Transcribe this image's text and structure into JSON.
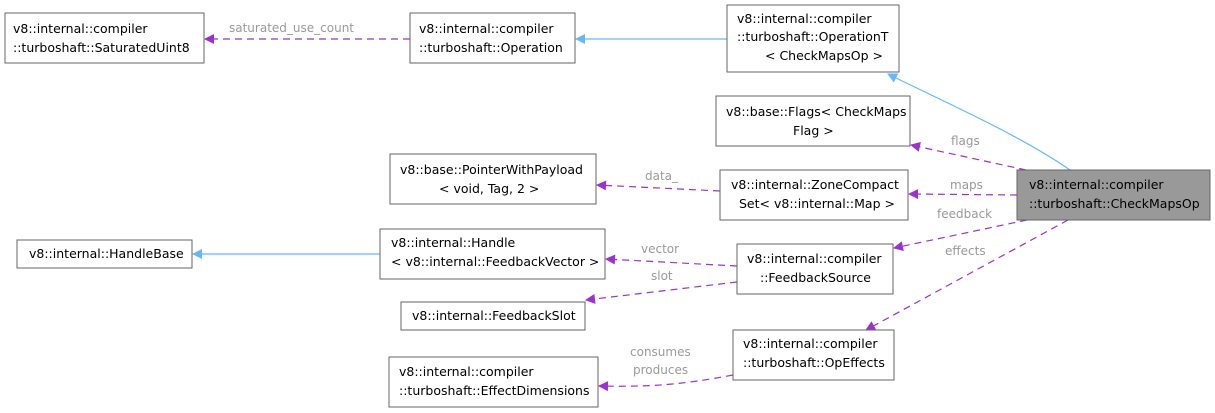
{
  "nodes": {
    "saturated": {
      "lines": [
        "v8::internal::compiler",
        "::turboshaft::SaturatedUint8"
      ]
    },
    "operation": {
      "lines": [
        "v8::internal::compiler",
        "::turboshaft::Operation"
      ]
    },
    "operationT": {
      "lines": [
        "v8::internal::compiler",
        "::turboshaft::OperationT",
        "< CheckMapsOp >"
      ]
    },
    "flags": {
      "lines": [
        "v8::base::Flags< CheckMaps",
        "Flag >"
      ]
    },
    "pointer": {
      "lines": [
        "v8::base::PointerWithPayload",
        "< void, Tag, 2 >"
      ]
    },
    "zone": {
      "lines": [
        "v8::internal::ZoneCompact",
        "Set< v8::internal::Map >"
      ]
    },
    "checkmaps": {
      "lines": [
        "v8::internal::compiler",
        "::turboshaft::CheckMapsOp"
      ]
    },
    "handlebase": {
      "lines": [
        "v8::internal::HandleBase"
      ]
    },
    "handle": {
      "lines": [
        "v8::internal::Handle",
        "< v8::internal::FeedbackVector >"
      ]
    },
    "feedbacksource": {
      "lines": [
        "v8::internal::compiler",
        "::FeedbackSource"
      ]
    },
    "feedbackslot": {
      "lines": [
        "v8::internal::FeedbackSlot"
      ]
    },
    "effectdims": {
      "lines": [
        "v8::internal::compiler",
        "::turboshaft::EffectDimensions"
      ]
    },
    "opeffects": {
      "lines": [
        "v8::internal::compiler",
        "::turboshaft::OpEffects"
      ]
    }
  },
  "edge_labels": {
    "saturated_use_count": "saturated_use_count",
    "flags": "flags",
    "data": "data_",
    "maps": "maps",
    "feedback": "feedback",
    "effects": "effects",
    "vector": "vector",
    "slot": "slot",
    "consumes": "consumes",
    "produces": "produces"
  },
  "colors": {
    "inheritance_edge": "#63b8ff",
    "usage_edge": "#9a32cd",
    "focus_node_fill": "#999999",
    "edge_label": "#9a9a9a"
  }
}
